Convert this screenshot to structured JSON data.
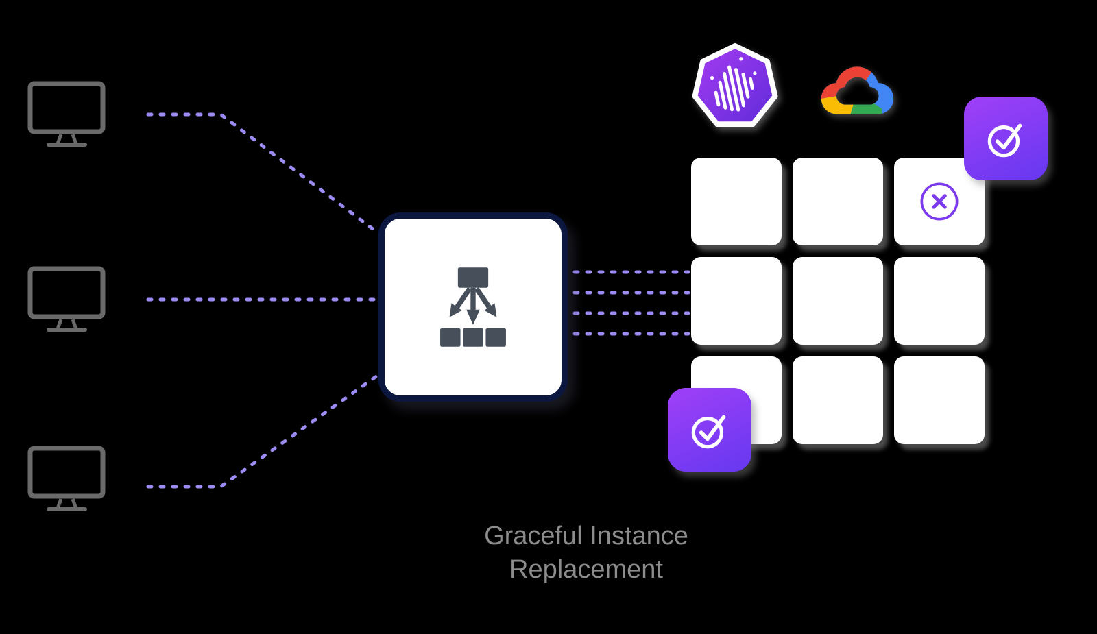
{
  "caption": {
    "text": "Graceful Instance Replacement",
    "line1": "Graceful Instance",
    "line2": "Replacement"
  },
  "diagram": {
    "clients": [
      "client-1",
      "client-2",
      "client-3"
    ],
    "center_node": "load-balancer",
    "instance_grid": {
      "rows": 3,
      "cols": 3,
      "failed_cell": "r1c3"
    },
    "badges": [
      "check-badge-top-right",
      "check-badge-bottom-left"
    ],
    "logos": [
      "spot-octagon-logo",
      "google-cloud-logo"
    ]
  },
  "icons": {
    "client": "monitor-icon",
    "center": "load-balancer-icon",
    "badge": "check-circle-icon",
    "failed_instance": "x-circle-icon",
    "logo1": "spot-octagon-logo",
    "logo2": "google-cloud-logo"
  },
  "colors": {
    "background": "#000000",
    "dashed_line": "#9b8cf3",
    "monitor_stroke": "#6a6a6a",
    "lb_border": "#0b173f",
    "lb_icon": "#47505a",
    "cell_fill": "#ffffff",
    "badge_grad_start": "#a040f8",
    "badge_grad_end": "#6538f0",
    "fail_icon": "#7c3aed",
    "caption_text": "#8c8c8c",
    "spot_grad_start": "#a63cf2",
    "spot_grad_end": "#5f2bd9",
    "google_blue": "#4285f4",
    "google_red": "#ea4335",
    "google_yellow": "#fbbc05",
    "google_green": "#34a853"
  }
}
